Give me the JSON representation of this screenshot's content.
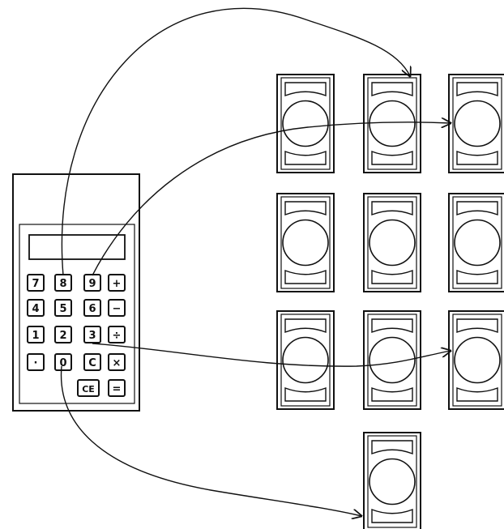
{
  "calculator": {
    "display_text": "",
    "keys": [
      {
        "id": "7",
        "label": "7"
      },
      {
        "id": "8",
        "label": "8"
      },
      {
        "id": "9",
        "label": "9"
      },
      {
        "id": "plus",
        "label": "+"
      },
      {
        "id": "4",
        "label": "4"
      },
      {
        "id": "5",
        "label": "5"
      },
      {
        "id": "6",
        "label": "6"
      },
      {
        "id": "minus",
        "label": "−"
      },
      {
        "id": "1",
        "label": "1"
      },
      {
        "id": "2",
        "label": "2"
      },
      {
        "id": "3",
        "label": "3"
      },
      {
        "id": "divide",
        "label": "÷"
      },
      {
        "id": "dot",
        "label": "·"
      },
      {
        "id": "0",
        "label": "0"
      },
      {
        "id": "c",
        "label": "C"
      },
      {
        "id": "multiply",
        "label": "×"
      },
      {
        "id": "ce",
        "label": "CE"
      },
      {
        "id": "equals",
        "label": "="
      }
    ]
  },
  "keypad_grid": {
    "rows": 4,
    "columns": 3,
    "extra_bottom_key": true
  },
  "mappings": [
    {
      "from_key": "8",
      "to_position": "row1-col2"
    },
    {
      "from_key": "9",
      "to_position": "row1-col3"
    },
    {
      "from_key": "3",
      "to_position": "row3-col3"
    },
    {
      "from_key": "0",
      "to_position": "row4-col2"
    }
  ]
}
